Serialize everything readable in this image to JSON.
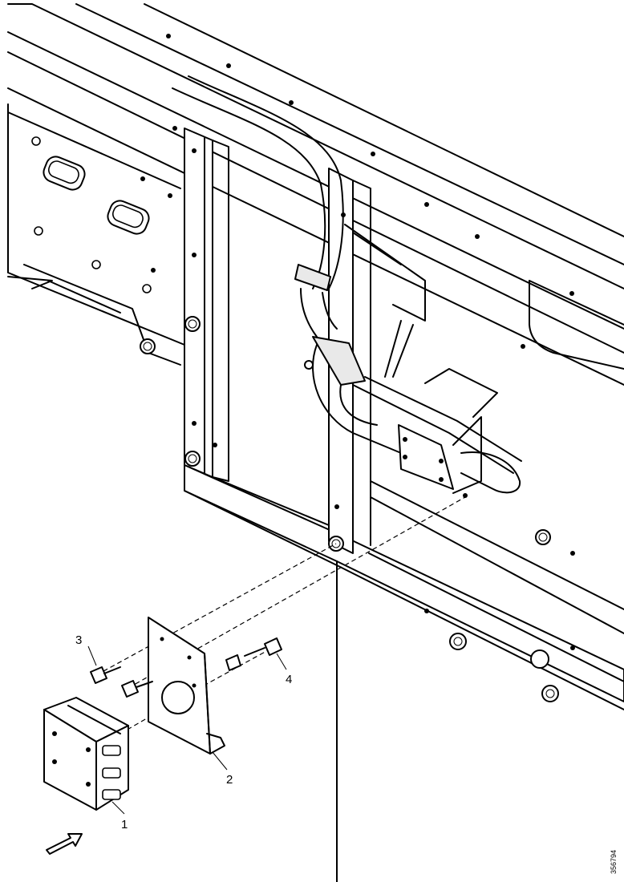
{
  "callouts": {
    "part1": "1",
    "part2": "2",
    "part3": "3",
    "part4": "4"
  },
  "reference_number": "356794"
}
